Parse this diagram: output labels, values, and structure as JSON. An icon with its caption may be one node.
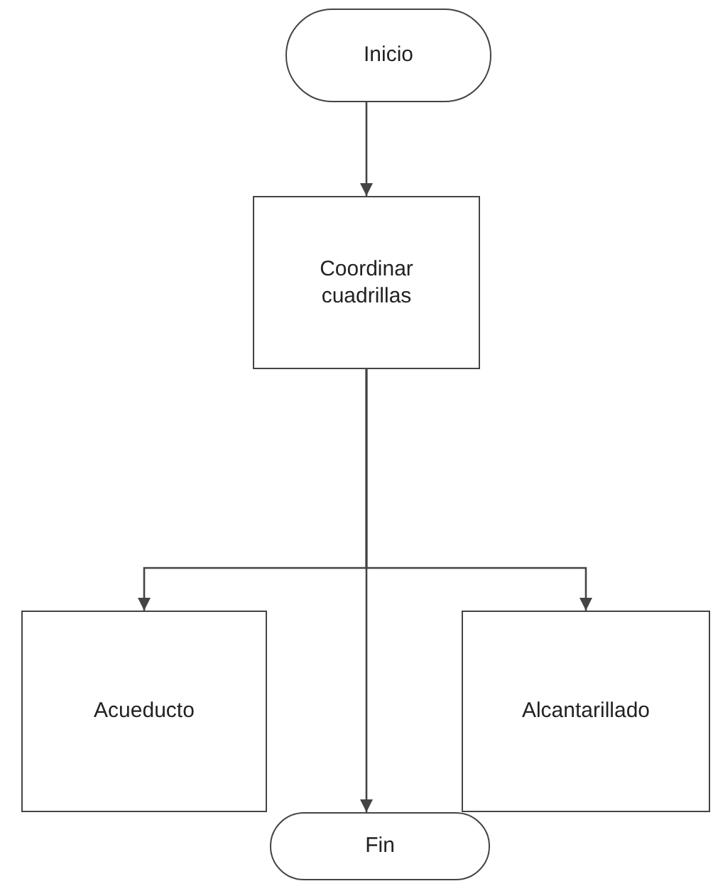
{
  "diagram": {
    "nodes": [
      {
        "text": [
          "Inicio"
        ]
      },
      {
        "text": [
          "Coordinar cuadrillas"
        ]
      },
      {
        "text": [
          "Acueducto"
        ]
      },
      {
        "text": [
          "Alcantarillado"
        ]
      },
      {
        "text": [
          "Fin"
        ]
      }
    ],
    "edges": [
      {
        "from": 0,
        "to": 1,
        "arrow": "to"
      },
      {
        "from": 1,
        "to": 2,
        "arrow": "to"
      },
      {
        "from": 1,
        "to": 3,
        "arrow": "to"
      },
      {
        "from": 1,
        "to": 4,
        "arrow": "to"
      }
    ]
  }
}
